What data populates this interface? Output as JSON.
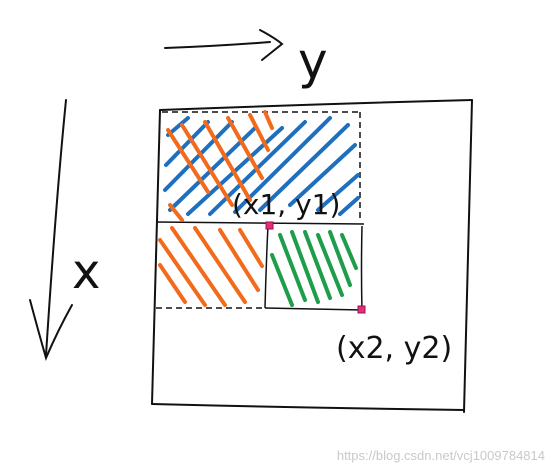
{
  "axes": {
    "y_label": "y",
    "x_label": "x"
  },
  "points": {
    "p1_label": "(x1, y1)",
    "p2_label": "(x2, y2)"
  },
  "watermark": "https://blog.csdn.net/vcj1009784814",
  "colors": {
    "ink": "#111111",
    "blue": "#1f6fbf",
    "orange": "#f26a1b",
    "green": "#1e9e4a",
    "marker": "#e0307a"
  }
}
